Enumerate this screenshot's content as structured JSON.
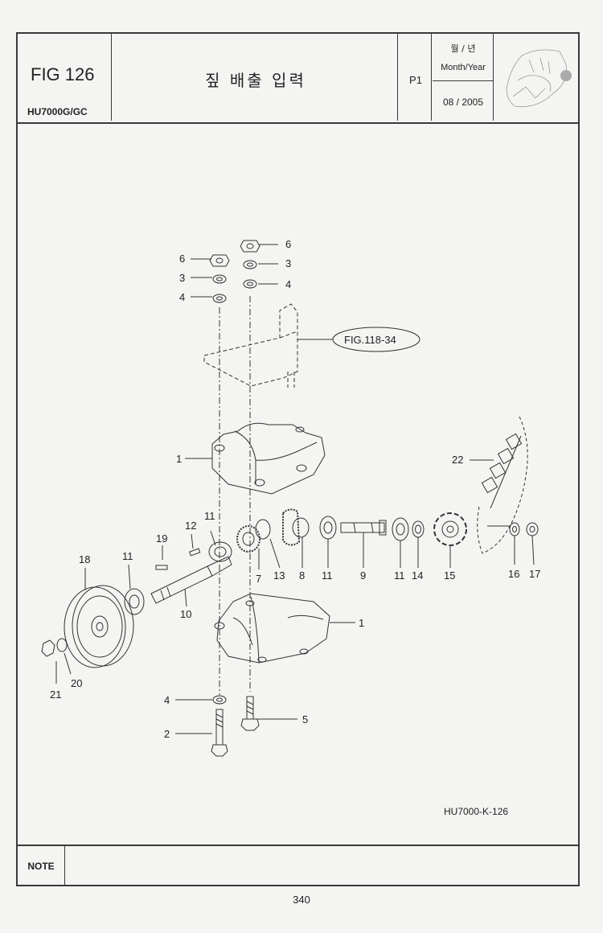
{
  "header": {
    "fig_title": "FIG 126",
    "model": "HU7000G/GC",
    "title_ko": "짚 배출 입력",
    "page_code": "P1",
    "month_year_ko": "월 / 년",
    "month_year_en": "Month/Year",
    "date": "08 / 2005"
  },
  "callouts": {
    "c6a": "6",
    "c3a": "3",
    "c4a": "4",
    "c6b": "6",
    "c3b": "3",
    "c4b": "4",
    "fig_ref": "FIG.118-34",
    "c1top": "1",
    "c22": "22",
    "c11a": "11",
    "c12": "12",
    "c19": "19",
    "c18": "18",
    "c11b": "11",
    "c7": "7",
    "c13": "13",
    "c8": "8",
    "c11c": "11",
    "c9": "9",
    "c11d": "11",
    "c14": "14",
    "c15": "15",
    "c16": "16",
    "c17": "17",
    "c10": "10",
    "c1bot": "1",
    "c21": "21",
    "c20": "20",
    "c4c": "4",
    "c2": "2",
    "c5": "5"
  },
  "drawing_code": "HU7000-K-126",
  "note_label": "NOTE",
  "page_number": "340"
}
